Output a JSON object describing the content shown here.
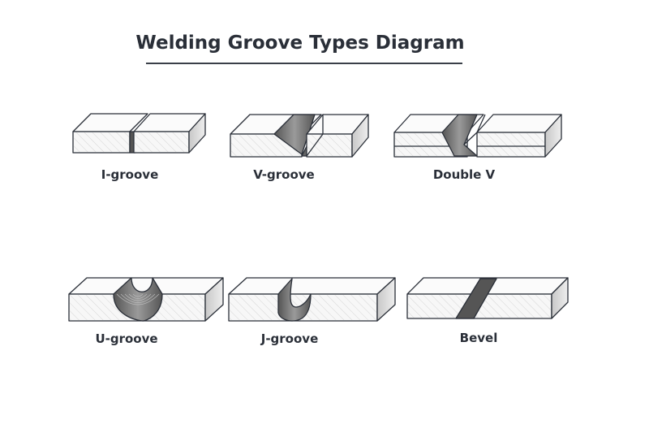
{
  "title": "Welding Groove Types Diagram",
  "grooves": [
    {
      "id": "i-groove",
      "label": "I-groove"
    },
    {
      "id": "v-groove",
      "label": "V-groove"
    },
    {
      "id": "double-v",
      "label": "Double V"
    },
    {
      "id": "u-groove",
      "label": "U-groove"
    },
    {
      "id": "j-groove",
      "label": "J-groove"
    },
    {
      "id": "bevel",
      "label": "Bevel"
    }
  ],
  "colors": {
    "stroke": "#2a2f38",
    "face": "#f7f7f7",
    "side": "#d8d8d8",
    "groove": "#7a7a7a"
  }
}
